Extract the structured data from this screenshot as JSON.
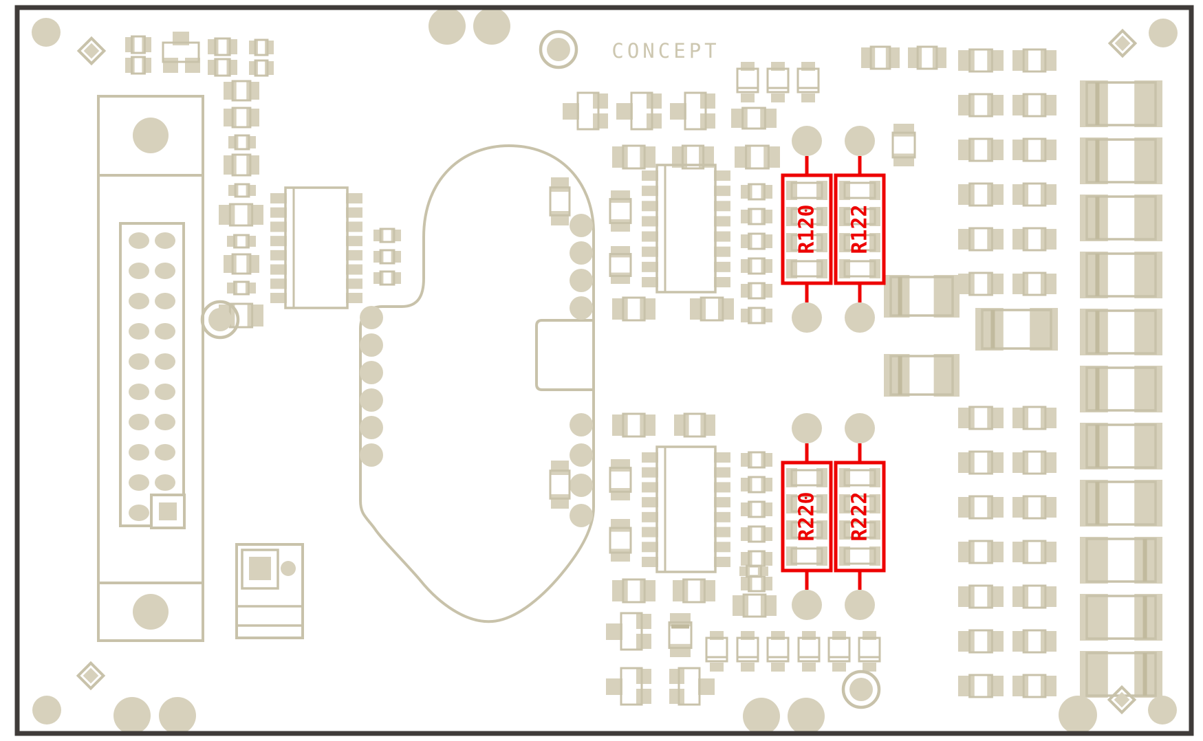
{
  "board": {
    "silkscreen_text": "CONCEPT",
    "colors": {
      "background": "#ffffff",
      "board_outline": "#3f3b39",
      "silkscreen": "#d7d1bc",
      "silkscreen_outline": "#c8c2aa",
      "silkscreen_dark": "#c1ba9e",
      "silkscreen_text": "#cdc7b0",
      "highlight": "#ed0000"
    }
  },
  "highlighted_components": [
    {
      "ref": "R120"
    },
    {
      "ref": "R122"
    },
    {
      "ref": "R220"
    },
    {
      "ref": "R222"
    }
  ]
}
